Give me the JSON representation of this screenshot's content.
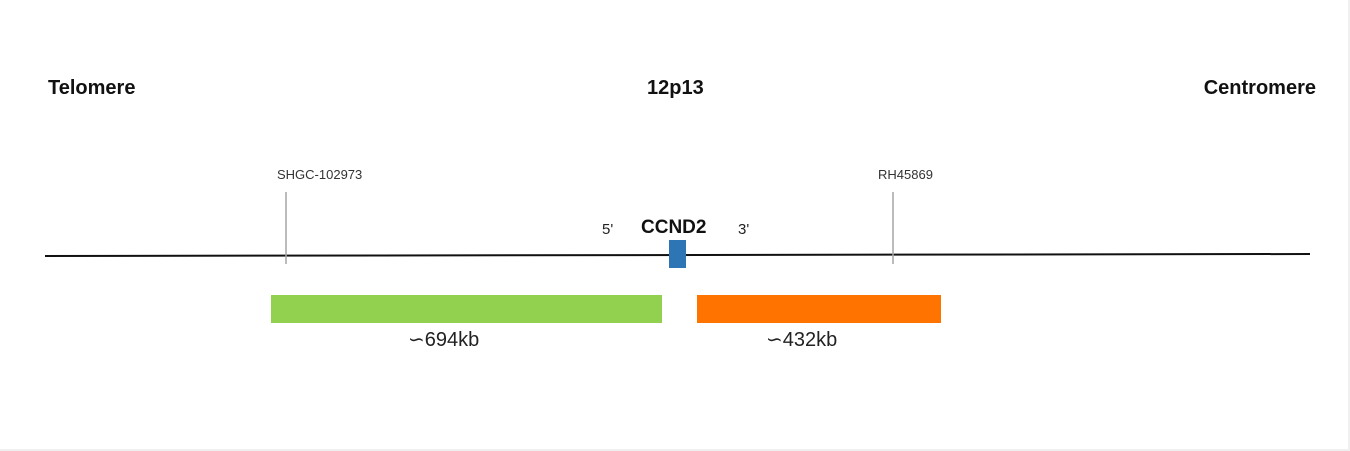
{
  "headings": {
    "left": "Telomere",
    "center": "12p13",
    "right": "Centromere"
  },
  "markers": {
    "left": "SHGC-102973",
    "right": "RH45869"
  },
  "gene": {
    "name": "CCND2",
    "five_prime": "5'",
    "three_prime": "3'",
    "color": "#2e75b6"
  },
  "probes": {
    "left": {
      "size_label": "∽694kb",
      "color": "#92d050"
    },
    "right": {
      "size_label": "∽432kb",
      "color": "#ff7300"
    }
  },
  "colors": {
    "chromosome_line": "#111111",
    "marker_tick": "#a6a6a6"
  }
}
